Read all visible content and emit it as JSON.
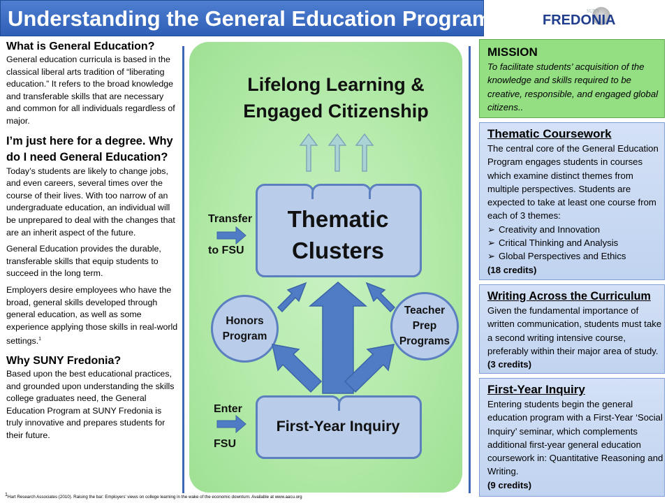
{
  "header": {
    "title": "Understanding the General Education Program",
    "logo": {
      "suny": "SUNY",
      "wordmark": "FREDONIA"
    }
  },
  "left": {
    "what_heading": "What is General Education?",
    "what_body": "General education curricula is based in the classical liberal arts tradition of “liberating education.” It refers to the broad knowledge and transferable skills that are necessary and common for all individuals regardless of major.",
    "why_heading": "I’m just here for a degree. Why do I need General Education?",
    "why_p1": "Today’s students are likely to change jobs, and even careers, several times over the course of their lives. With too narrow of an undergraduate education, an individual will be unprepared to deal with the changes that are an inherit aspect of the future.",
    "why_p2": "General Education provides the durable, transferable skills that equip students to succeed in the long term.",
    "why_p3": "Employers desire employees who have the broad, general skills developed through general education, as well as some experience applying those skills in real-world settings.",
    "why_p3_sup": "1",
    "suny_heading": "Why SUNY Fredonia?",
    "suny_body": "Based upon the best educational practices, and grounded upon understanding the skills college graduates need, the General Education Program at SUNY Fredonia is truly innovative and prepares students for their future.",
    "footnote_sup": "1",
    "footnote": "Hart Research Associates (2010). Raising the bar: Employers’ views on college learning in the wake of the economic downturn. Available at www.aacu.org"
  },
  "diagram": {
    "goal_line1": "Lifelong Learning &",
    "goal_line2": "Engaged Citizenship",
    "clusters_line1": "Thematic",
    "clusters_line2": "Clusters",
    "transfer_line1": "Transfer",
    "transfer_line2": "to FSU",
    "honors_line1": "Honors",
    "honors_line2": "Program",
    "teacher_line1": "Teacher",
    "teacher_line2": "Prep",
    "teacher_line3": "Programs",
    "enter_line1": "Enter",
    "enter_line2": "FSU",
    "first_year": "First-Year Inquiry"
  },
  "right": {
    "mission": {
      "heading": "MISSION",
      "body": "To facilitate students’ acquisition of the knowledge and skills required to be creative, responsible, and engaged global citizens.."
    },
    "thematic": {
      "heading": "Thematic Coursework",
      "body": "The central core of the General Education Program engages students in courses which examine distinct themes from multiple perspectives. Students are expected to take at least one course from each of 3 themes:",
      "themes": [
        "Creativity and Innovation",
        "Critical Thinking and Analysis",
        "Global Perspectives and Ethics"
      ],
      "credits": "(18 credits)"
    },
    "writing": {
      "heading": "Writing Across the Curriculum",
      "body": "Given the fundamental importance of written communication, students must take a second writing intensive course, preferably within their major area of study.",
      "credits": "(3 credits)"
    },
    "first_year": {
      "heading": "First-Year Inquiry",
      "body": "Entering students begin the general education program with a First-Year ‘Social Inquiry’ seminar, which complements additional first-year general education coursework in: Quantitative Reasoning and Writing.",
      "credits": "(9 credits)"
    }
  },
  "colors": {
    "title_bar": "#2e5fb6",
    "mission_green": "#93df82",
    "box_blue": "#c0d3f0",
    "arrow_blue": "#4f7cc4",
    "center_green": "#b3eaa9"
  },
  "icons": [
    "bullet-arrow-icon",
    "up-arrow-icon",
    "right-arrow-icon"
  ]
}
